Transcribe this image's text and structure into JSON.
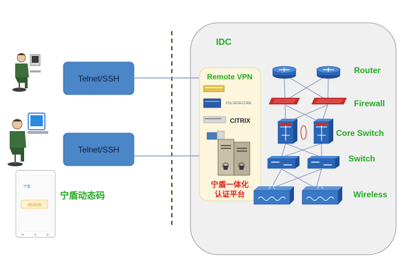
{
  "left": {
    "connections": [
      {
        "label": "Telnet/SSH"
      },
      {
        "label": "Telnet/SSH"
      }
    ],
    "phone_app": {
      "logo_text": "宁盾",
      "otp_code": "681926",
      "label": "宁盾动态码"
    }
  },
  "idc": {
    "title": "IDC",
    "vpn_panel": {
      "title": "Remote VPN",
      "vendors": [
        "PULSESECURE",
        "CITRIX"
      ],
      "platform_label_line1": "宁盾一体化",
      "platform_label_line2": "认证平台"
    },
    "layers": [
      {
        "label": "Router"
      },
      {
        "label": "Firewall"
      },
      {
        "label": "Core Switch"
      },
      {
        "label": "Switch"
      },
      {
        "label": "Wireless"
      }
    ]
  },
  "colors": {
    "green_label": "#22aa22",
    "blue_box": "#4a86c8",
    "idc_bg": "#f0f0f0",
    "vpn_bg": "#fdf6dc",
    "red_text": "#e02020",
    "line": "#8fa8d0"
  }
}
